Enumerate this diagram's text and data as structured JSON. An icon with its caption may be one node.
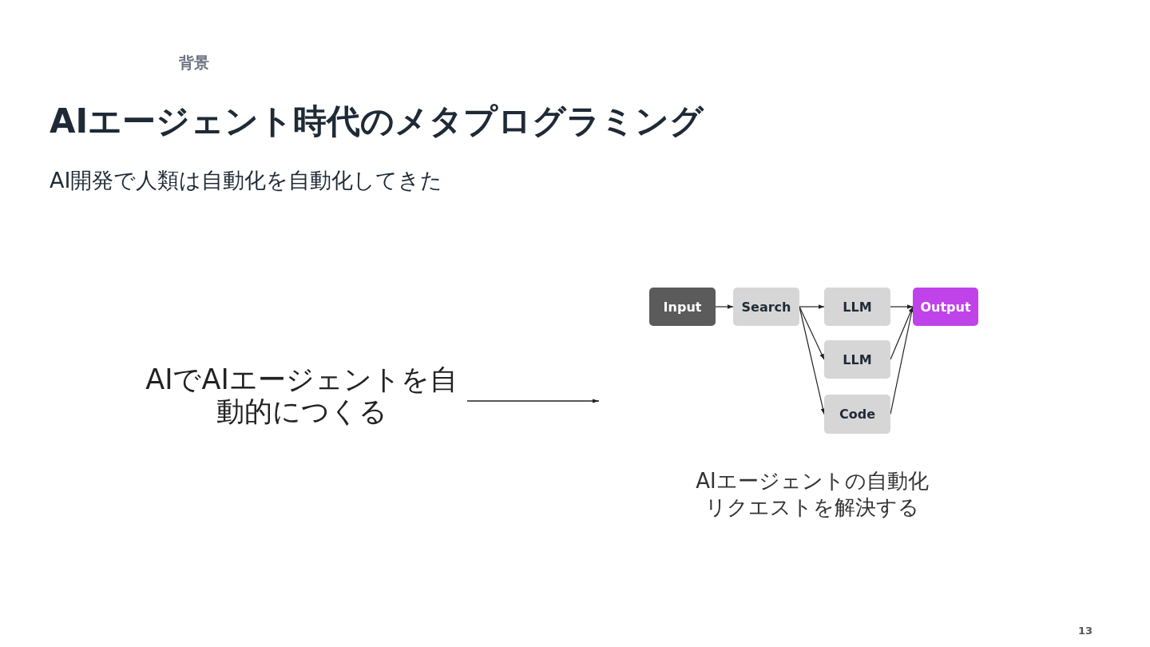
{
  "diagram": {
    "title": "AIエージェント時代のメタプログラミング",
    "nodes": [
      {
        "text": [
          "AIでAIエージェントを自動的につくる"
        ]
      },
      {
        "text": [
          "Input"
        ]
      },
      {
        "text": [
          "Search"
        ]
      },
      {
        "text": [
          "LLM"
        ]
      },
      {
        "text": [
          "LLM"
        ]
      },
      {
        "text": [
          "Code"
        ]
      },
      {
        "text": [
          "Output"
        ]
      }
    ],
    "edges": [
      {
        "from": 0,
        "to": null,
        "arrow": "to"
      },
      {
        "from": 1,
        "to": 2,
        "arrow": "to"
      },
      {
        "from": 2,
        "to": 3,
        "arrow": "to"
      },
      {
        "from": 2,
        "to": 4,
        "arrow": "to"
      },
      {
        "from": 2,
        "to": 5,
        "arrow": "to"
      },
      {
        "from": 3,
        "to": 6,
        "arrow": "to"
      },
      {
        "from": 4,
        "to": 6,
        "arrow": "to"
      },
      {
        "from": 5,
        "to": 6,
        "arrow": "to"
      }
    ],
    "labels": [
      "背景",
      "AI開発で人類は自動化を自動化してきた",
      "AIエージェントの自動化リクエストを解決する",
      "13"
    ]
  }
}
